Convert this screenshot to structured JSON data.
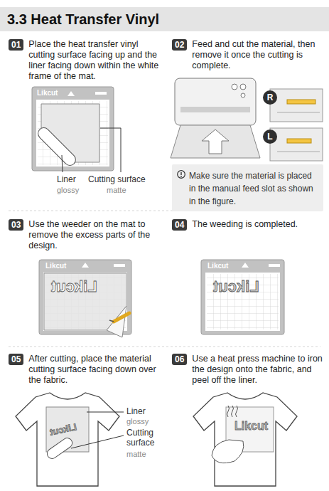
{
  "diagram": {
    "title": "3.3 Heat Transfer Vinyl",
    "nodes": [
      {
        "text": [
          "01",
          "Place the heat transfer vinyl cutting surface facing up and the liner facing down within the white frame of the mat."
        ]
      },
      {
        "text": [
          "02",
          "Feed and cut the material, then remove it once the cutting is complete."
        ]
      },
      {
        "text": [
          "R"
        ]
      },
      {
        "text": [
          "L"
        ]
      },
      {
        "text": [
          "Make sure the material is placed in the manual feed slot as shown in the figure."
        ]
      },
      {
        "text": [
          "03",
          "Use the weeder on the mat to remove the excess parts of the design."
        ]
      },
      {
        "text": [
          "04",
          "The weeding is completed."
        ]
      },
      {
        "text": [
          "05",
          "After cutting, place the material cutting surface facing down over the fabric."
        ]
      },
      {
        "text": [
          "06",
          "Use a heat press machine to iron the design onto the fabric, and peel off the liner."
        ]
      }
    ],
    "labels": [
      "Likcut",
      "Liner",
      "glossy",
      "Cutting surface",
      "matte",
      "Likcut",
      "Likcut",
      "Likcut",
      "Likcut",
      "Likcut",
      "Liner",
      "glossy",
      "Cutting surface",
      "matte",
      "Likcut"
    ]
  }
}
